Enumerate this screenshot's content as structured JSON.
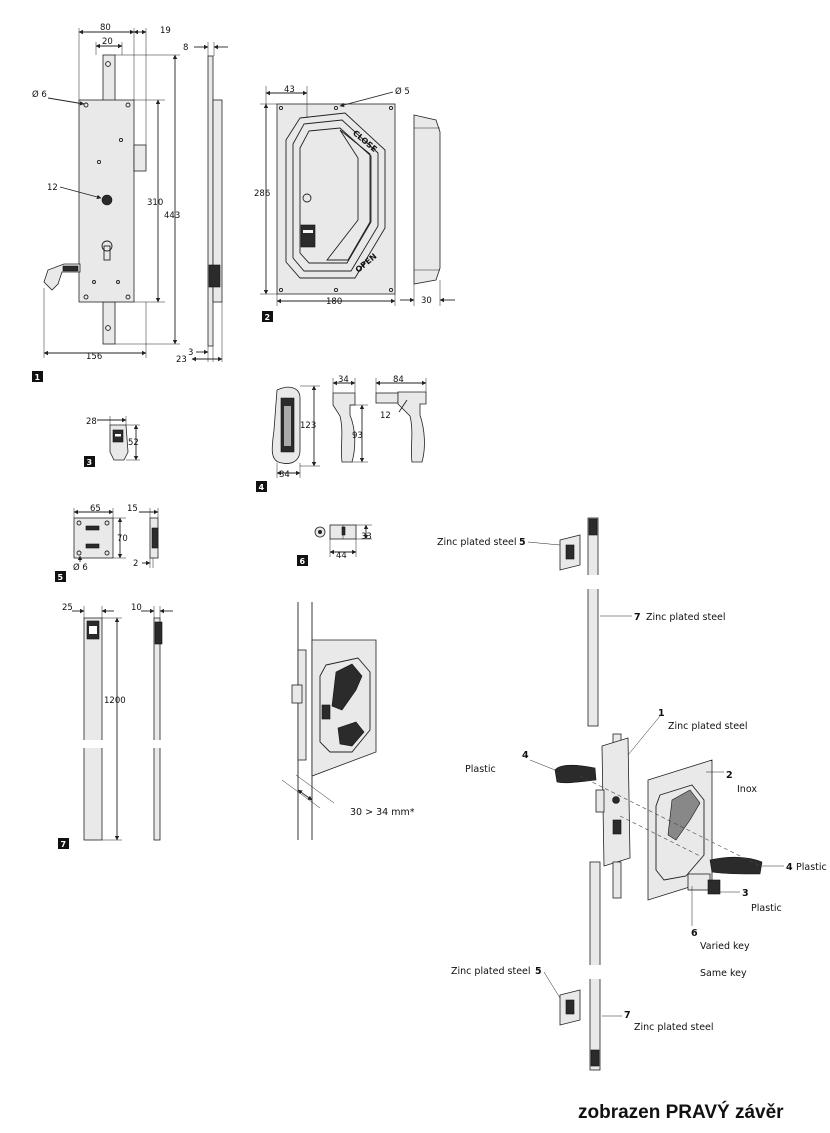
{
  "parts": {
    "p1": {
      "tag": "1",
      "dims": {
        "w80": "80",
        "w20": "20",
        "w19": "19",
        "dia6": "Ø 6",
        "d12": "12",
        "h310": "310",
        "h443": "443",
        "w156": "156"
      }
    },
    "p1side": {
      "dims": {
        "w8": "8",
        "w3": "3",
        "w23": "23"
      }
    },
    "p2": {
      "tag": "2",
      "dims": {
        "w43": "43",
        "dia5": "Ø  5",
        "h286": "286",
        "w180": "180",
        "w30": "30"
      },
      "stamps": {
        "close": "CLOSE",
        "open": "OPEN"
      }
    },
    "p3": {
      "tag": "3",
      "dims": {
        "w28": "28",
        "h52": "52"
      }
    },
    "p4": {
      "tag": "4",
      "dims": {
        "h123": "123",
        "w34a": "34",
        "w34b": "34",
        "h93": "93",
        "w84": "84",
        "d12": "12"
      }
    },
    "p5": {
      "tag": "5",
      "dims": {
        "w65": "65",
        "w15": "15",
        "h70": "70",
        "dia6": "Ø 6",
        "w2": "2"
      }
    },
    "p6": {
      "tag": "6",
      "dims": {
        "h33": "33",
        "w44": "44"
      }
    },
    "p7": {
      "tag": "7",
      "dims": {
        "w25": "25",
        "w10": "10",
        "h1200": "1200"
      }
    }
  },
  "install": {
    "door_thickness": "30 > 34 mm*"
  },
  "assembly": {
    "c5top": {
      "text": "Zinc plated steel",
      "num": "5"
    },
    "c7top": {
      "num": "7",
      "text": "Zinc plated steel"
    },
    "c1": {
      "num": "1",
      "text": "Zinc plated steel"
    },
    "c4left": {
      "num": "4",
      "text": "Plastic"
    },
    "c2": {
      "num": "2",
      "text": "Inox"
    },
    "c4right": {
      "num": "4",
      "text": "Plastic"
    },
    "c3": {
      "num": "3",
      "text": "Plastic"
    },
    "c6": {
      "num": "6",
      "text_varied": "Varied key",
      "text_same": "Same key"
    },
    "c5bottom": {
      "text": "Zinc plated steel",
      "num": "5"
    },
    "c7bottom": {
      "num": "7",
      "text": "Zinc plated steel"
    }
  },
  "footer": {
    "caption": "zobrazen PRAVÝ závěr"
  }
}
